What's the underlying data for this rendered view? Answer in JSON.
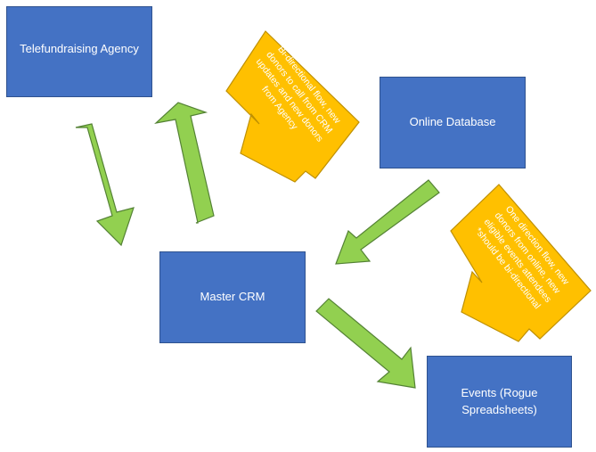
{
  "nodes": {
    "telefundraising": "Telefundraising Agency",
    "online_database": "Online Database",
    "master_crm": "Master CRM",
    "events_line1": "Events (Rogue",
    "events_line2": "Spreadsheets)"
  },
  "callouts": {
    "bidirectional": {
      "lines": [
        "Bi-directional flow, new",
        "donors to call from CRM",
        "updates and new donors",
        "from Agency"
      ]
    },
    "one_direction": {
      "lines": [
        "One direction flow, new",
        "donors from online, new",
        "eligible events attendees",
        "*should be bi-directional"
      ]
    }
  },
  "colors": {
    "node_fill": "#4472c4",
    "node_border": "#2f528f",
    "arrow_fill": "#92d050",
    "arrow_border": "#548235",
    "callout_fill": "#ffc000",
    "callout_border": "#bf9000"
  }
}
